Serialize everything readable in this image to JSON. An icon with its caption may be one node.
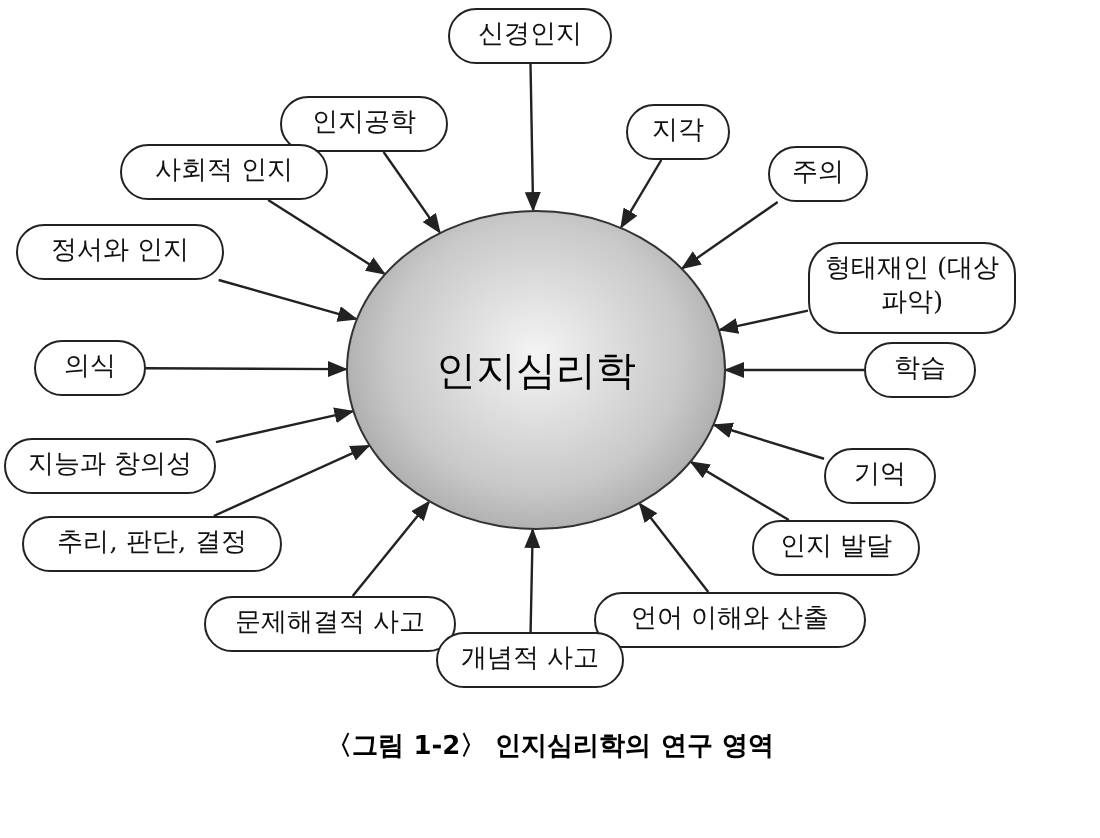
{
  "diagram": {
    "caption": "〈그림 1-2〉 인지심리학의 연구 영역",
    "nodes": [
      {
        "text": [
          "인지심리학"
        ]
      },
      {
        "text": [
          "신경인지"
        ]
      },
      {
        "text": [
          "인지공학"
        ]
      },
      {
        "text": [
          "지각"
        ]
      },
      {
        "text": [
          "사회적 인지"
        ]
      },
      {
        "text": [
          "주의"
        ]
      },
      {
        "text": [
          "정서와 인지"
        ]
      },
      {
        "text": [
          "형태재인 (대상파악)"
        ]
      },
      {
        "text": [
          "의식"
        ]
      },
      {
        "text": [
          "학습"
        ]
      },
      {
        "text": [
          "지능과 창의성"
        ]
      },
      {
        "text": [
          "기억"
        ]
      },
      {
        "text": [
          "추리, 판단, 결정"
        ]
      },
      {
        "text": [
          "인지 발달"
        ]
      },
      {
        "text": [
          "언어 이해와 산출"
        ]
      },
      {
        "text": [
          "문제해결적 사고"
        ]
      },
      {
        "text": [
          "개념적 사고"
        ]
      }
    ],
    "edges": [
      {
        "from": 1,
        "to": 0,
        "arrow": "to"
      },
      {
        "from": 2,
        "to": 0,
        "arrow": "to"
      },
      {
        "from": 3,
        "to": 0,
        "arrow": "to"
      },
      {
        "from": 4,
        "to": 0,
        "arrow": "to"
      },
      {
        "from": 5,
        "to": 0,
        "arrow": "to"
      },
      {
        "from": 6,
        "to": 0,
        "arrow": "to"
      },
      {
        "from": 7,
        "to": 0,
        "arrow": "to"
      },
      {
        "from": 8,
        "to": 0,
        "arrow": "to"
      },
      {
        "from": 9,
        "to": 0,
        "arrow": "to"
      },
      {
        "from": 10,
        "to": 0,
        "arrow": "to"
      },
      {
        "from": 11,
        "to": 0,
        "arrow": "to"
      },
      {
        "from": 12,
        "to": 0,
        "arrow": "to"
      },
      {
        "from": 13,
        "to": 0,
        "arrow": "to"
      },
      {
        "from": 14,
        "to": 0,
        "arrow": "to"
      },
      {
        "from": 15,
        "to": 0,
        "arrow": "to"
      },
      {
        "from": 16,
        "to": 0,
        "arrow": "to"
      }
    ]
  }
}
